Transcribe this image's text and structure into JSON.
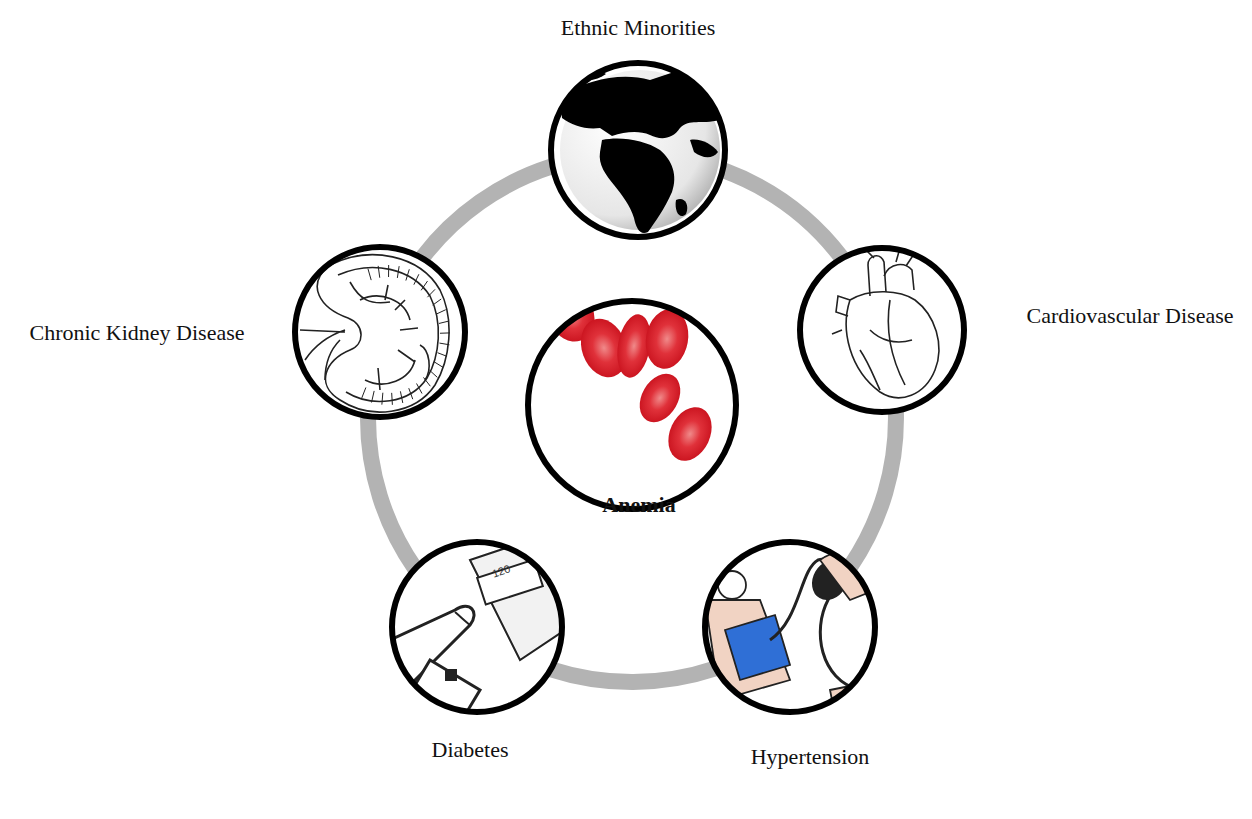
{
  "diagram": {
    "nodes": [
      {
        "text": [
          "Ethnic Minorities"
        ]
      },
      {
        "text": [
          "Chronic Kidney Disease"
        ]
      },
      {
        "text": [
          "Anemia"
        ]
      },
      {
        "text": [
          "Cardiovascular Disease"
        ]
      },
      {
        "text": [
          "Diabetes"
        ]
      },
      {
        "text": [
          "Hypertension"
        ]
      }
    ],
    "edges": [
      {
        "from": 0,
        "to": 3,
        "arrow": "none"
      },
      {
        "from": 3,
        "to": 5,
        "arrow": "none"
      },
      {
        "from": 5,
        "to": 4,
        "arrow": "none"
      },
      {
        "from": 4,
        "to": 1,
        "arrow": "none"
      },
      {
        "from": 1,
        "to": 0,
        "arrow": "none"
      }
    ],
    "labels": [
      "120"
    ]
  }
}
